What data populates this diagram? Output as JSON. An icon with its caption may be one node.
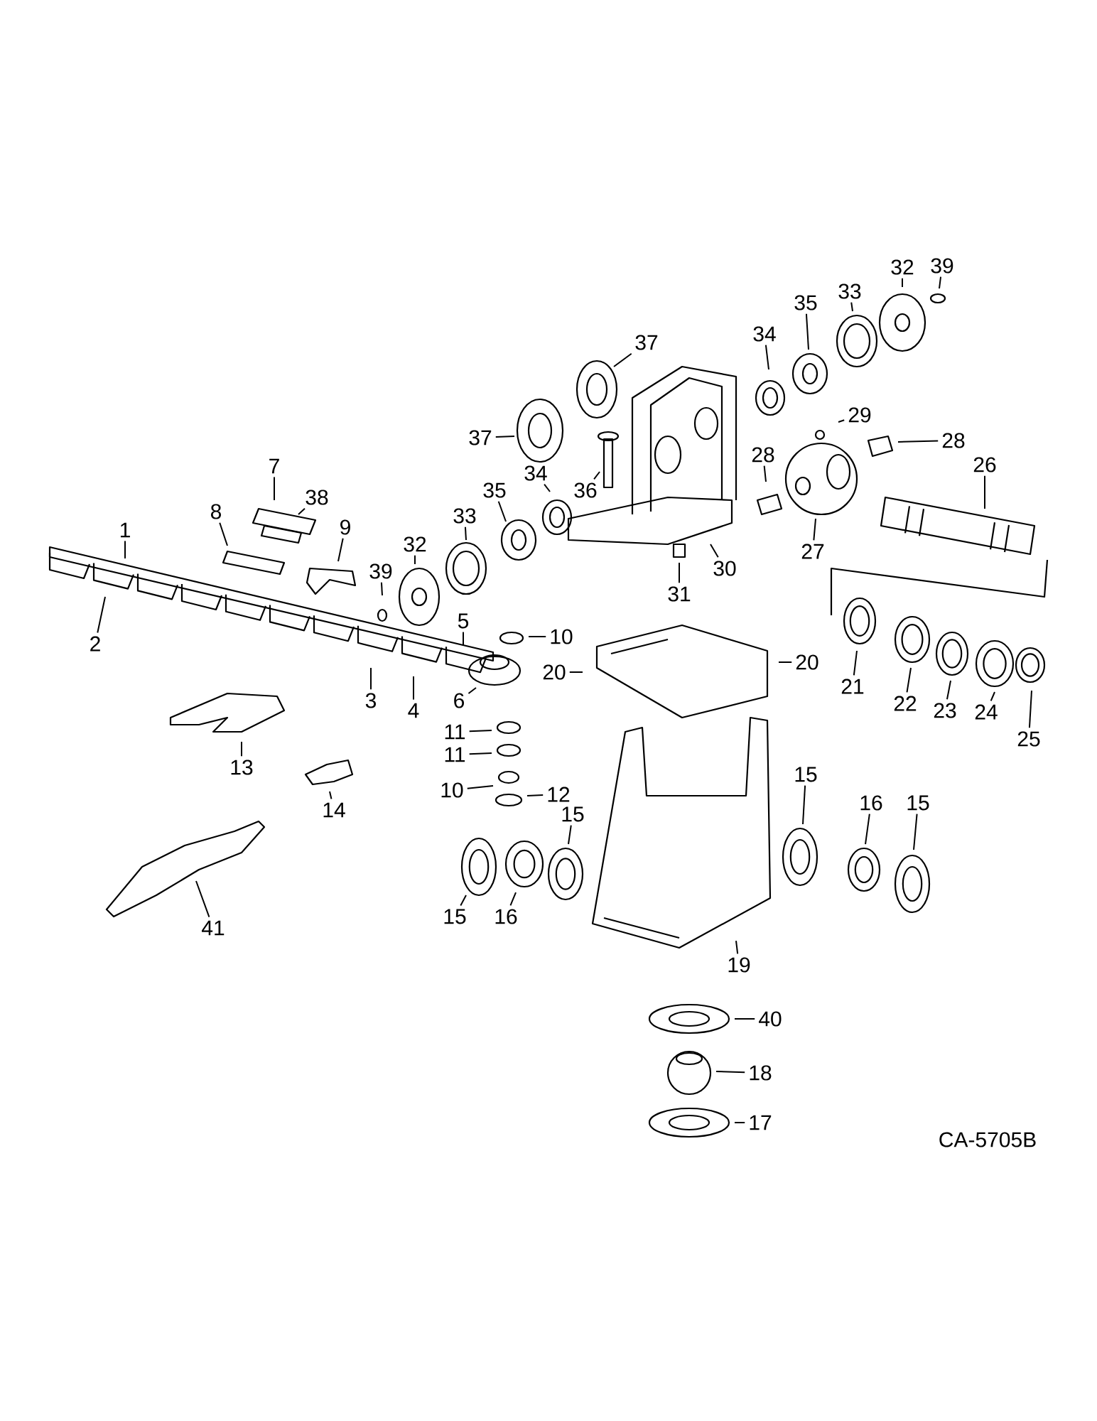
{
  "diagram": {
    "nodes": [
      {
        "text": [
          "39"
        ]
      },
      {
        "text": [
          "32"
        ]
      },
      {
        "text": [
          "33"
        ]
      },
      {
        "text": [
          "35"
        ]
      },
      {
        "text": [
          "34"
        ]
      },
      {
        "text": [
          "37"
        ]
      },
      {
        "text": [
          "29"
        ]
      },
      {
        "text": [
          "37"
        ]
      },
      {
        "text": [
          "28"
        ]
      },
      {
        "text": [
          "28"
        ]
      },
      {
        "text": [
          "7"
        ]
      },
      {
        "text": [
          "26"
        ]
      },
      {
        "text": [
          "34"
        ]
      },
      {
        "text": [
          "36"
        ]
      },
      {
        "text": [
          "35"
        ]
      },
      {
        "text": [
          "38"
        ]
      },
      {
        "text": [
          "8"
        ]
      },
      {
        "text": [
          "33"
        ]
      },
      {
        "text": [
          "9"
        ]
      },
      {
        "text": [
          "1"
        ]
      },
      {
        "text": [
          "32"
        ]
      },
      {
        "text": [
          "27"
        ]
      },
      {
        "text": [
          "30"
        ]
      },
      {
        "text": [
          "39"
        ]
      },
      {
        "text": [
          "5"
        ]
      },
      {
        "text": [
          "31"
        ]
      },
      {
        "text": [
          "10"
        ]
      },
      {
        "text": [
          "2"
        ]
      },
      {
        "text": [
          "20"
        ]
      },
      {
        "text": [
          "20"
        ]
      },
      {
        "text": [
          "21"
        ]
      },
      {
        "text": [
          "3"
        ]
      },
      {
        "text": [
          "6"
        ]
      },
      {
        "text": [
          "22"
        ]
      },
      {
        "text": [
          "23"
        ]
      },
      {
        "text": [
          "4"
        ]
      },
      {
        "text": [
          "24"
        ]
      },
      {
        "text": [
          "11"
        ]
      },
      {
        "text": [
          "25"
        ]
      },
      {
        "text": [
          "11"
        ]
      },
      {
        "text": [
          "13"
        ]
      },
      {
        "text": [
          "10"
        ]
      },
      {
        "text": [
          "12"
        ]
      },
      {
        "text": [
          "16"
        ]
      },
      {
        "text": [
          "15"
        ]
      },
      {
        "text": [
          "14"
        ]
      },
      {
        "text": [
          "15"
        ]
      },
      {
        "text": [
          "15"
        ]
      },
      {
        "text": [
          "15"
        ]
      },
      {
        "text": [
          "16"
        ]
      },
      {
        "text": [
          "41"
        ]
      },
      {
        "text": [
          "19"
        ]
      },
      {
        "text": [
          "40"
        ]
      },
      {
        "text": [
          "18"
        ]
      },
      {
        "text": [
          "17"
        ]
      }
    ],
    "edges": [
      {
        "from": 0,
        "to": null,
        "arrow": "none"
      },
      {
        "from": 1,
        "to": null,
        "arrow": "none"
      },
      {
        "from": 2,
        "to": null,
        "arrow": "none"
      },
      {
        "from": 3,
        "to": null,
        "arrow": "none"
      },
      {
        "from": 4,
        "to": null,
        "arrow": "none"
      },
      {
        "from": 5,
        "to": null,
        "arrow": "none"
      },
      {
        "from": 6,
        "to": null,
        "arrow": "none"
      },
      {
        "from": 7,
        "to": null,
        "arrow": "none"
      },
      {
        "from": 8,
        "to": null,
        "arrow": "none"
      },
      {
        "from": 9,
        "to": null,
        "arrow": "none"
      },
      {
        "from": 10,
        "to": null,
        "arrow": "none"
      },
      {
        "from": 11,
        "to": null,
        "arrow": "none"
      },
      {
        "from": 12,
        "to": null,
        "arrow": "none"
      },
      {
        "from": 13,
        "to": null,
        "arrow": "none"
      },
      {
        "from": 14,
        "to": null,
        "arrow": "none"
      },
      {
        "from": 15,
        "to": null,
        "arrow": "none"
      },
      {
        "from": 16,
        "to": null,
        "arrow": "none"
      },
      {
        "from": 17,
        "to": null,
        "arrow": "none"
      },
      {
        "from": 18,
        "to": null,
        "arrow": "none"
      },
      {
        "from": 19,
        "to": null,
        "arrow": "none"
      },
      {
        "from": 20,
        "to": null,
        "arrow": "none"
      },
      {
        "from": 21,
        "to": null,
        "arrow": "none"
      },
      {
        "from": 22,
        "to": null,
        "arrow": "none"
      },
      {
        "from": 23,
        "to": null,
        "arrow": "none"
      },
      {
        "from": 24,
        "to": null,
        "arrow": "none"
      },
      {
        "from": 25,
        "to": null,
        "arrow": "none"
      },
      {
        "from": 26,
        "to": null,
        "arrow": "none"
      },
      {
        "from": 27,
        "to": null,
        "arrow": "none"
      },
      {
        "from": 28,
        "to": null,
        "arrow": "none"
      },
      {
        "from": 29,
        "to": null,
        "arrow": "none"
      },
      {
        "from": 30,
        "to": null,
        "arrow": "none"
      },
      {
        "from": 31,
        "to": null,
        "arrow": "none"
      },
      {
        "from": 32,
        "to": null,
        "arrow": "none"
      },
      {
        "from": 33,
        "to": null,
        "arrow": "none"
      },
      {
        "from": 34,
        "to": null,
        "arrow": "none"
      },
      {
        "from": 35,
        "to": null,
        "arrow": "none"
      },
      {
        "from": 36,
        "to": null,
        "arrow": "none"
      },
      {
        "from": 37,
        "to": null,
        "arrow": "none"
      },
      {
        "from": 38,
        "to": null,
        "arrow": "none"
      },
      {
        "from": 39,
        "to": null,
        "arrow": "none"
      },
      {
        "from": 40,
        "to": null,
        "arrow": "none"
      },
      {
        "from": 41,
        "to": null,
        "arrow": "none"
      },
      {
        "from": 42,
        "to": null,
        "arrow": "none"
      },
      {
        "from": 43,
        "to": null,
        "arrow": "none"
      },
      {
        "from": 44,
        "to": null,
        "arrow": "none"
      },
      {
        "from": 45,
        "to": null,
        "arrow": "none"
      },
      {
        "from": 46,
        "to": null,
        "arrow": "none"
      },
      {
        "from": 47,
        "to": null,
        "arrow": "none"
      },
      {
        "from": 48,
        "to": null,
        "arrow": "none"
      },
      {
        "from": 49,
        "to": null,
        "arrow": "none"
      },
      {
        "from": 50,
        "to": null,
        "arrow": "none"
      },
      {
        "from": 51,
        "to": null,
        "arrow": "none"
      },
      {
        "from": 52,
        "to": null,
        "arrow": "none"
      },
      {
        "from": 53,
        "to": null,
        "arrow": "none"
      },
      {
        "from": 54,
        "to": null,
        "arrow": "none"
      }
    ],
    "labels": [
      "CA-5705B"
    ]
  }
}
